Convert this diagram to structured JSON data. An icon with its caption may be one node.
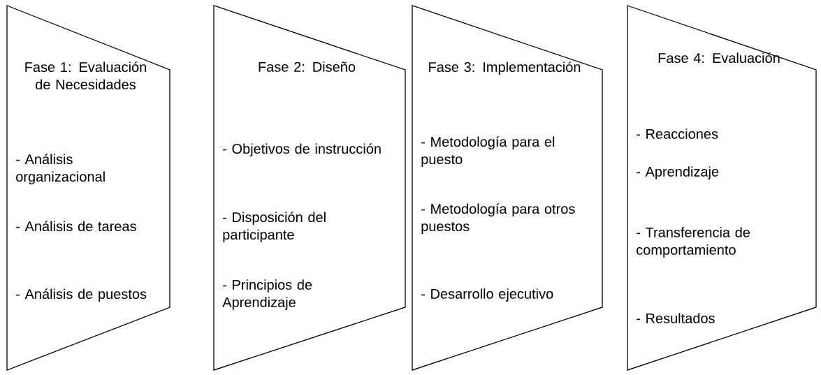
{
  "diagram": {
    "nodes": [
      {
        "text": [
          "Fase 1: Evaluación de Necesidades",
          "- Análisis organizacional",
          "- Análisis de tareas",
          "- Análisis de puestos"
        ]
      },
      {
        "text": [
          "Fase 2: Diseño",
          "- Objetivos de instrucción",
          "- Disposición del participante",
          "- Principios de Aprendizaje"
        ]
      },
      {
        "text": [
          "Fase 3: Implementación",
          "- Metodología para el puesto",
          "- Metodología para otros puestos",
          "- Desarrollo ejecutivo"
        ]
      },
      {
        "text": [
          "Fase 4: Evaluación",
          "- Reacciones",
          "- Aprendizaje",
          "- Transferencia de comportamiento",
          "- Resultados"
        ]
      }
    ]
  }
}
